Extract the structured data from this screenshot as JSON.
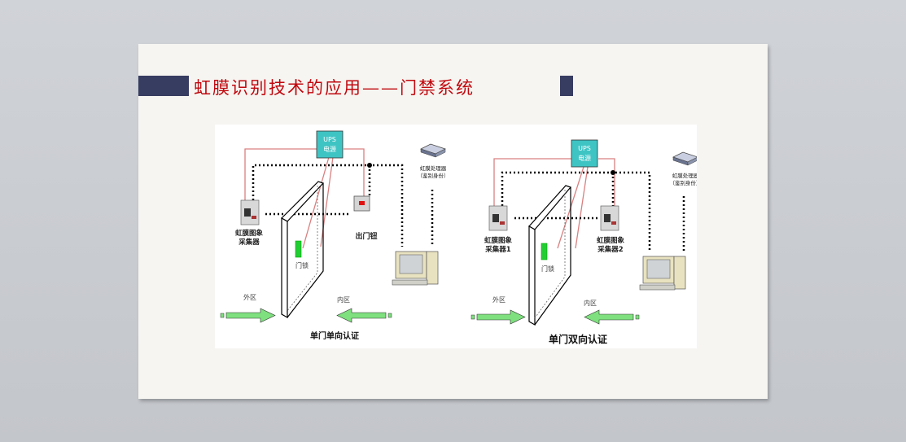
{
  "slide": {
    "title": "虹膜识别技术的应用——门禁系统"
  },
  "diagram_left": {
    "ups_line1": "UPS",
    "ups_line2": "电源",
    "processor_line1": "虹膜处理器",
    "processor_line2": "（鉴别身份）",
    "collector_line1": "虹膜图象",
    "collector_line2": "采集器",
    "exit_button": "出门钮",
    "door_lock": "门锁",
    "outer_zone": "外区",
    "inner_zone": "内区",
    "caption": "单门单向认证"
  },
  "diagram_right": {
    "ups_line1": "UPS",
    "ups_line2": "电源",
    "processor_line1": "虹膜处理器",
    "processor_line2": "（鉴别身份）",
    "collector1_line1": "虹膜图象",
    "collector1_line2": "采集器1",
    "collector2_line1": "虹膜图象",
    "collector2_line2": "采集器2",
    "door_lock": "门锁",
    "outer_zone": "外区",
    "inner_zone": "内区",
    "caption": "单门双向认证"
  },
  "colors": {
    "accent_bar": "#373c61",
    "title_red": "#c0080e",
    "ups_box": "#3fc4c4",
    "power_line": "#d98080",
    "lock_green": "#22cc33",
    "arrow_green": "#7ee07e",
    "exit_button_red": "#e01010"
  }
}
